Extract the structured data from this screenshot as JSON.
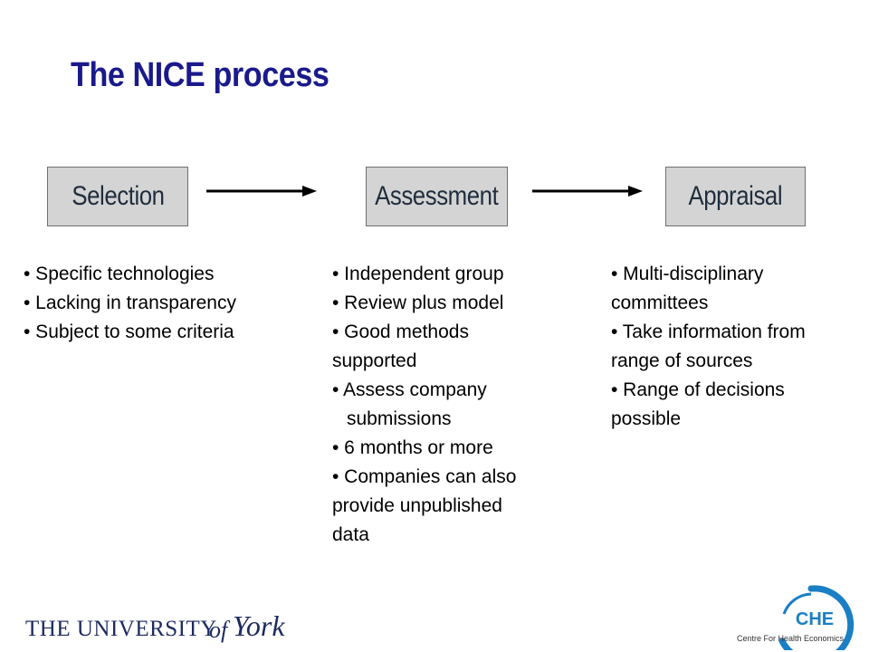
{
  "slide": {
    "title": "The NICE process"
  },
  "stages": [
    {
      "label": "Selection"
    },
    {
      "label": "Assessment"
    },
    {
      "label": "Appraisal"
    }
  ],
  "columns": [
    {
      "lines": [
        "• Specific technologies",
        "• Lacking in transparency",
        "• Subject to some criteria"
      ]
    },
    {
      "lines": [
        "• Independent group",
        "• Review plus model",
        "• Good methods",
        "supported",
        "• Assess company",
        "submissions",
        "• 6 months or more",
        "• Companies can also",
        "provide unpublished",
        "data"
      ]
    },
    {
      "lines": [
        "• Multi-disciplinary",
        "committees",
        "• Take information from",
        "range of sources",
        "• Range of decisions",
        "possible"
      ]
    }
  ],
  "logos": {
    "york": {
      "text_main": "THE UNIVERSITY",
      "text_of": "of",
      "text_york": "York"
    },
    "che": {
      "abbr": "CHE",
      "full": "Centre For Health Economics"
    }
  },
  "colors": {
    "title": "#1a1a8c",
    "stage_fill": "#d4d4d4",
    "york_navy": "#1c2a5e",
    "che_blue": "#1a7fc4"
  }
}
